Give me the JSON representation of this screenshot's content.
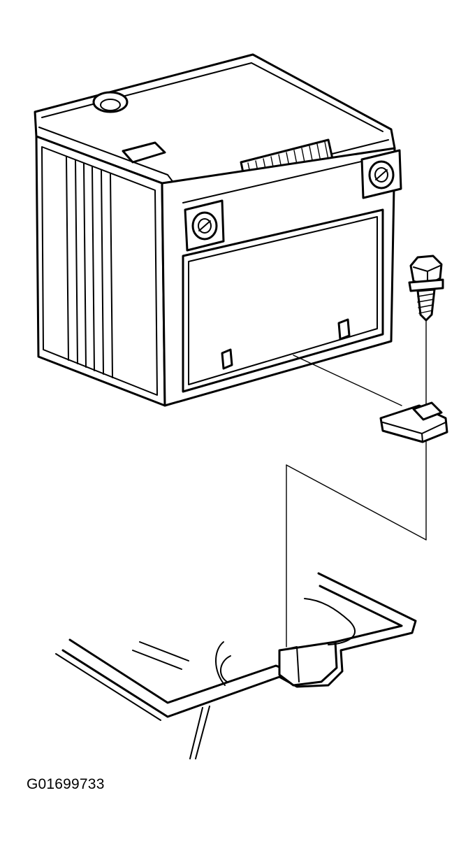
{
  "figure": {
    "id_label": "G01699733"
  },
  "colors": {
    "ink": "#000000",
    "paper": "#ffffff"
  },
  "parts": [
    "battery",
    "hold-down-bolt",
    "hold-down-clamp",
    "battery-tray"
  ]
}
